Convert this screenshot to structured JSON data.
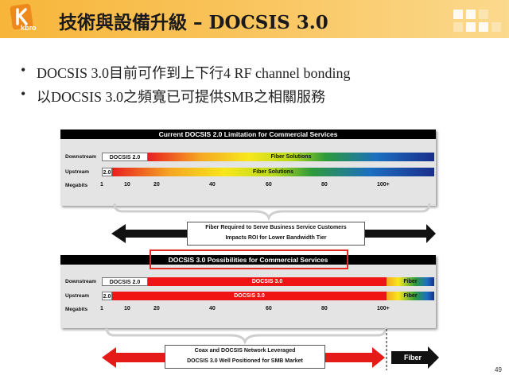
{
  "header": {
    "logo_text": "kbro",
    "title_zh": "技術與設備升級 – ",
    "title_en": "DOCSIS 3.0"
  },
  "bullets": [
    "DOCSIS 3.0目前可作到上下行4 RF channel bonding",
    "以DOCSIS 3.0之頻寬已可提供SMB之相關服務"
  ],
  "bullet_symbol": "•",
  "panel_top": {
    "title": "Current DOCSIS 2.0 Limitation for Commercial Services",
    "downstream_label": "Downstream",
    "upstream_label": "Upstream",
    "megabits_label": "Megabits",
    "downstream_bar_label": "DOCSIS 2.0",
    "downstream_fiber_label": "Fiber Solutions",
    "upstream_bar_label": "2.0",
    "upstream_fiber_label": "Fiber Solutions",
    "ticks": [
      "1",
      "10",
      "20",
      "40",
      "60",
      "80",
      "100+"
    ],
    "note_line1": "Fiber Required to Serve Business Service Customers",
    "note_line2": "Impacts ROI for Lower Bandwidth Tier"
  },
  "panel_bottom": {
    "title": "DOCSIS 3.0 Possibilities for Commercial Services",
    "downstream_label": "Downstream",
    "upstream_label": "Upstream",
    "megabits_label": "Megabits",
    "downstream_bar_label": "DOCSIS 2.0",
    "downstream_docsis3_label": "DOCSIS 3.0",
    "downstream_fiber_label": "Fiber",
    "upstream_bar_label": "2.0",
    "upstream_docsis3_label": "DOCSIS 3.0",
    "upstream_fiber_label": "Fiber",
    "ticks": [
      "1",
      "10",
      "20",
      "40",
      "60",
      "80",
      "100+"
    ],
    "note_line1": "Coax and DOCSIS Network Leveraged",
    "note_line2": "DOCSIS 3.0 Well Positioned for SMB Market",
    "fiber_arrow_label": "Fiber"
  },
  "page_number": "49",
  "colors": {
    "header_orange": "#f7b63a",
    "docsis3_red": "#f01414",
    "highlight_frame": "#e22a22"
  }
}
